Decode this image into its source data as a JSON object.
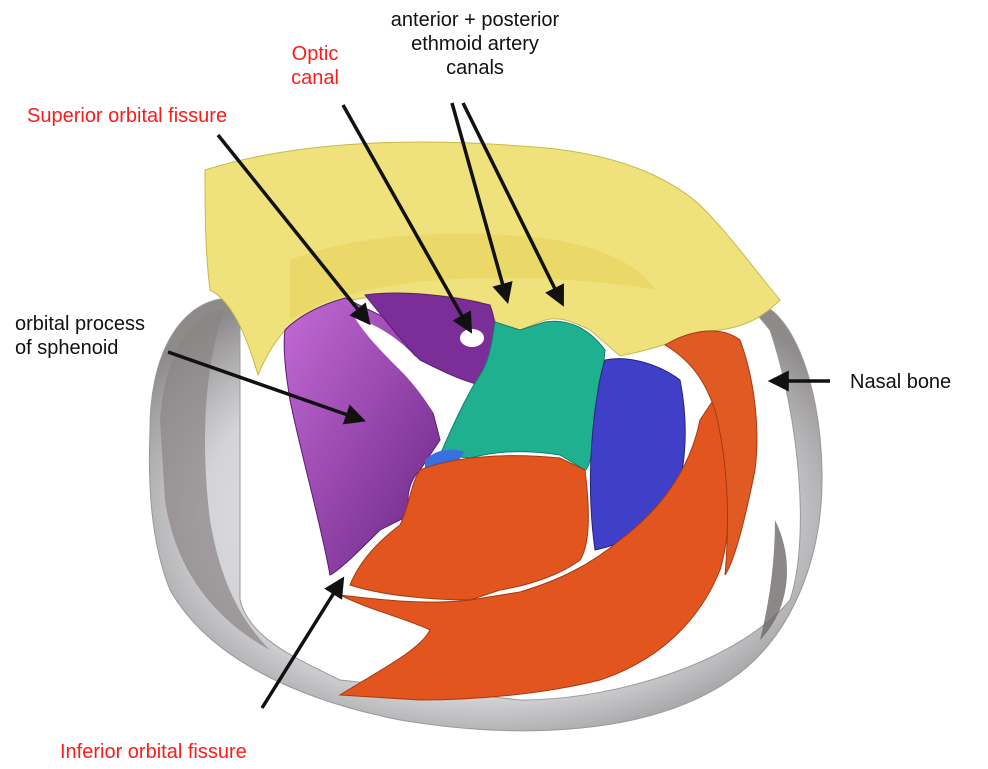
{
  "labels": {
    "anterior_posterior": [
      "anterior + posterior",
      "ethmoid artery",
      "canals"
    ],
    "optic_canal": [
      "Optic",
      "canal"
    ],
    "superior_orbital_fissure": "Superior orbital fissure",
    "orbital_process": [
      "orbital process",
      "of sphenoid"
    ],
    "nasal_bone": "Nasal bone",
    "inferior_orbital_fissure": "Inferior orbital fissure"
  },
  "colors": {
    "red_label": "#ff1a1a",
    "black_label": "#111111",
    "frontal_yellow": "#efe27c",
    "sphenoid_purple": "#8c3aa8",
    "ethmoid_green": "#1fb08f",
    "lacrimal_blue": "#3f3fc8",
    "maxilla_orange": "#e2551f",
    "bone_grey": "#c9c9cc"
  }
}
